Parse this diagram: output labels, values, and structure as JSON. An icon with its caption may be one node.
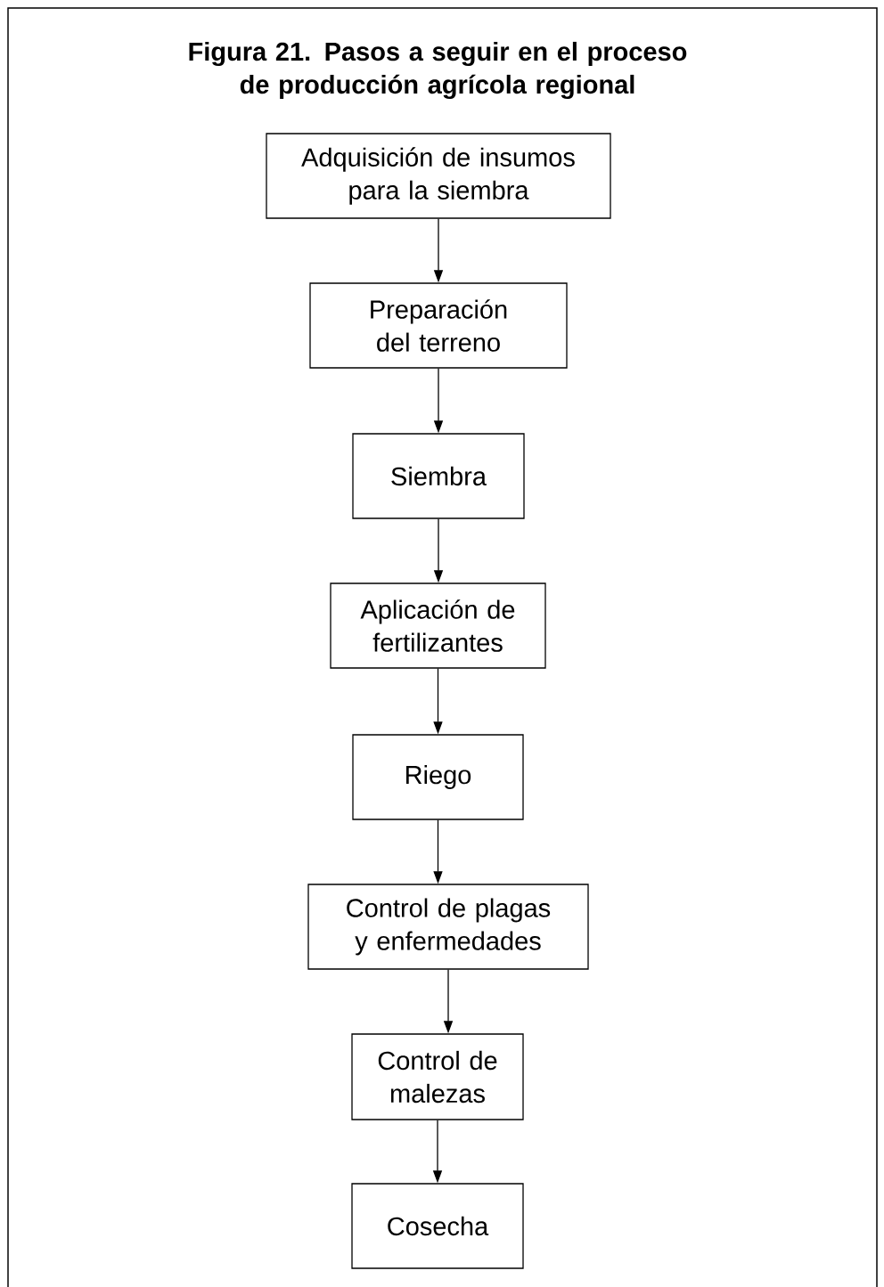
{
  "diagram": {
    "title": "Figura 21. Pasos a seguir en el proceso de producción agrícola regional",
    "nodes": [
      {
        "text": [
          "Adquisición de insumos para la siembra"
        ]
      },
      {
        "text": [
          "Preparación del terreno"
        ]
      },
      {
        "text": [
          "Siembra"
        ]
      },
      {
        "text": [
          "Aplicación de fertilizantes"
        ]
      },
      {
        "text": [
          "Riego"
        ]
      },
      {
        "text": [
          "Control de plagas y enfermedades"
        ]
      },
      {
        "text": [
          "Control de malezas"
        ]
      },
      {
        "text": [
          "Cosecha"
        ]
      }
    ],
    "edges": [
      {
        "from": 0,
        "to": 1,
        "arrow": "to"
      },
      {
        "from": 1,
        "to": 2,
        "arrow": "to"
      },
      {
        "from": 2,
        "to": 3,
        "arrow": "to"
      },
      {
        "from": 3,
        "to": 4,
        "arrow": "to"
      },
      {
        "from": 4,
        "to": 5,
        "arrow": "to"
      },
      {
        "from": 5,
        "to": 6,
        "arrow": "to"
      },
      {
        "from": 6,
        "to": 7,
        "arrow": "to"
      }
    ]
  }
}
